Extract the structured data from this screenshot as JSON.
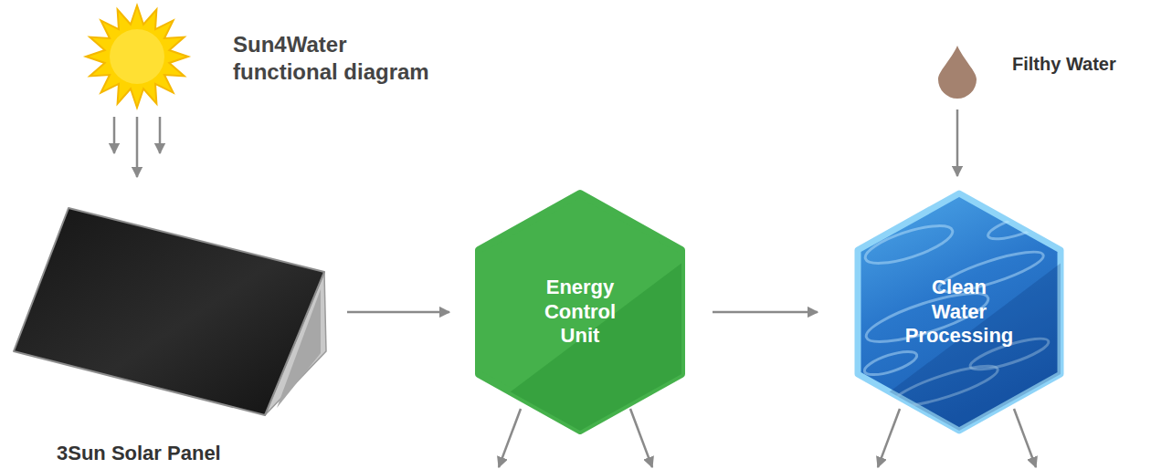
{
  "diagram": {
    "title": "Sun4Water functional diagram",
    "nodes": [
      {
        "text": [
          "3Sun Solar Panel"
        ]
      },
      {
        "text": [
          "Energy Control Unit"
        ]
      },
      {
        "text": [
          "Filthy Water"
        ]
      },
      {
        "text": [
          "Clean Water Processing"
        ]
      }
    ],
    "edges": [
      {
        "from": 0,
        "to": 1,
        "arrow": "to"
      },
      {
        "from": 1,
        "to": 3,
        "arrow": "to"
      },
      {
        "from": 2,
        "to": 3,
        "arrow": "to"
      }
    ]
  }
}
